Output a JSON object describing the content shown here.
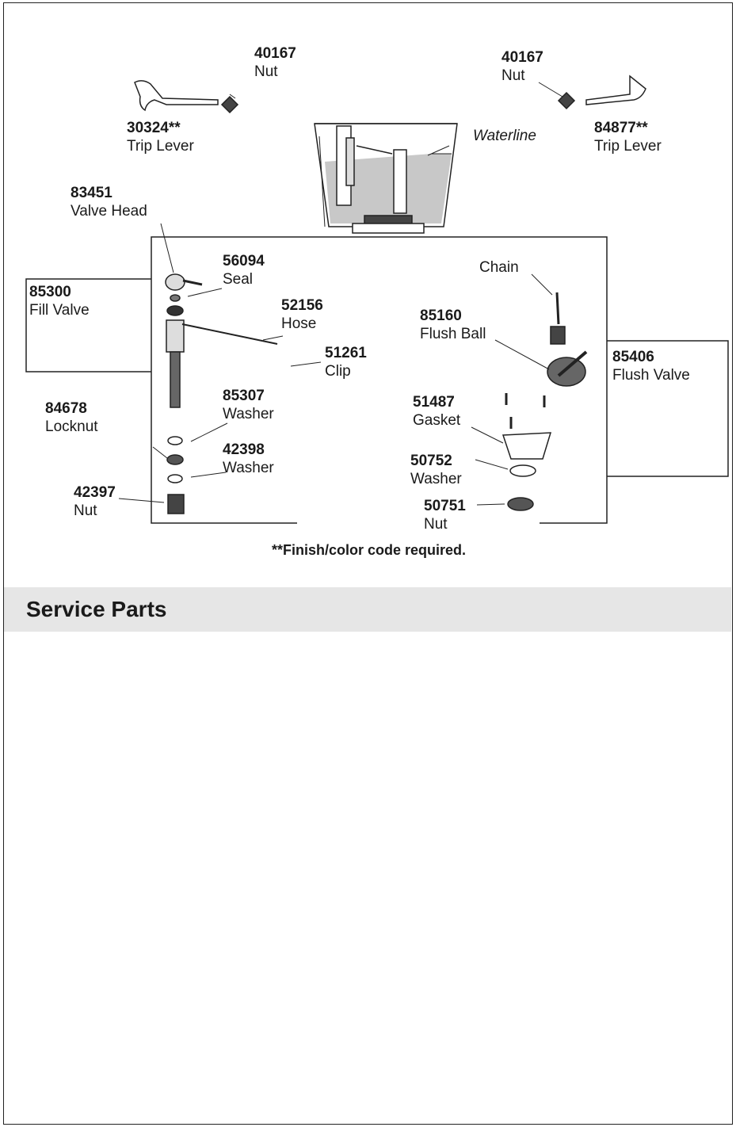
{
  "labels": {
    "nut_left": {
      "number": "40167",
      "name": "Nut"
    },
    "nut_right": {
      "number": "40167",
      "name": "Nut"
    },
    "trip_lever_left": {
      "number": "30324**",
      "name": "Trip Lever"
    },
    "trip_lever_right": {
      "number": "84877**",
      "name": "Trip Lever"
    },
    "waterline": "Waterline",
    "valve_head": {
      "number": "83451",
      "name": "Valve Head"
    },
    "seal": {
      "number": "56094",
      "name": "Seal"
    },
    "fill_valve": {
      "number": "85300",
      "name": "Fill Valve"
    },
    "hose": {
      "number": "52156",
      "name": "Hose"
    },
    "clip": {
      "number": "51261",
      "name": "Clip"
    },
    "washer_85307": {
      "number": "85307",
      "name": "Washer"
    },
    "locknut": {
      "number": "84678",
      "name": "Locknut"
    },
    "washer_42398": {
      "number": "42398",
      "name": "Washer"
    },
    "nut_42397": {
      "number": "42397",
      "name": "Nut"
    },
    "chain": "Chain",
    "flush_ball": {
      "number": "85160",
      "name": "Flush Ball"
    },
    "flush_valve": {
      "number": "85406",
      "name": "Flush Valve"
    },
    "gasket": {
      "number": "51487",
      "name": "Gasket"
    },
    "washer_50752": {
      "number": "50752",
      "name": "Washer"
    },
    "nut_50751": {
      "number": "50751",
      "name": "Nut"
    }
  },
  "footnote": "**Finish/color code required.",
  "section_title": "Service Parts",
  "colors": {
    "water": "#c8c8c8",
    "section_bg": "#e6e6e6",
    "line": "#222222"
  }
}
